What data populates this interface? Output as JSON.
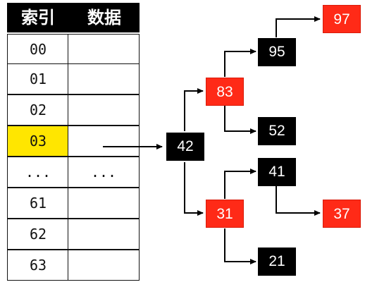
{
  "table": {
    "headers": {
      "index": "索引",
      "data": "数据"
    },
    "rows": [
      {
        "index": "00",
        "data": ""
      },
      {
        "index": "01",
        "data": ""
      },
      {
        "index": "02",
        "data": ""
      },
      {
        "index": "03",
        "data": "",
        "highlight": true
      },
      {
        "index": "...",
        "data": "..."
      },
      {
        "index": "61",
        "data": ""
      },
      {
        "index": "62",
        "data": ""
      },
      {
        "index": "63",
        "data": ""
      }
    ],
    "highlight_color": "#ffe600"
  },
  "tree": {
    "nodes": {
      "n42": {
        "label": "42",
        "color": "black"
      },
      "n83": {
        "label": "83",
        "color": "red"
      },
      "n95": {
        "label": "95",
        "color": "black"
      },
      "n97": {
        "label": "97",
        "color": "red"
      },
      "n52": {
        "label": "52",
        "color": "black"
      },
      "n31": {
        "label": "31",
        "color": "red"
      },
      "n41": {
        "label": "41",
        "color": "black"
      },
      "n37": {
        "label": "37",
        "color": "red"
      },
      "n21": {
        "label": "21",
        "color": "black"
      }
    },
    "colors": {
      "red": "#ff2a17",
      "black": "#000000"
    }
  }
}
